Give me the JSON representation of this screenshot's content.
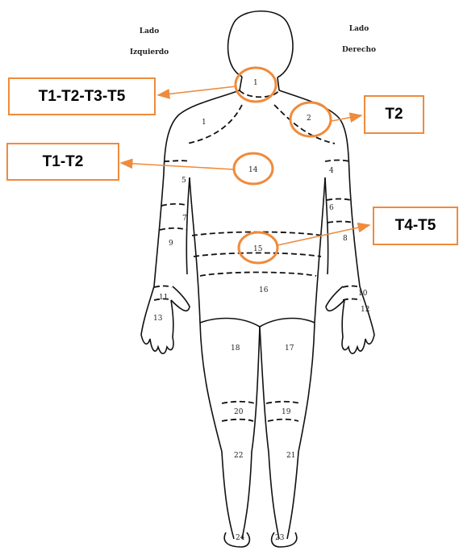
{
  "labels": {
    "left_side": "Lado",
    "left_side_2": "Izquierdo",
    "right_side": "Lado",
    "right_side_2": "Derecho"
  },
  "callouts": {
    "neck": "T1-T2-T3-T5",
    "shoulder": "T2",
    "upper_back": "T1-T2",
    "lower_back": "T4-T5"
  },
  "zones": [
    "1",
    "1",
    "2",
    "14",
    "5",
    "4",
    "7",
    "6",
    "9",
    "8",
    "15",
    "16",
    "10",
    "11",
    "12",
    "13",
    "18",
    "17",
    "20",
    "19",
    "22",
    "21",
    "24",
    "23"
  ],
  "colors": {
    "accent": "#ef8b3c",
    "outline": "#111111"
  }
}
